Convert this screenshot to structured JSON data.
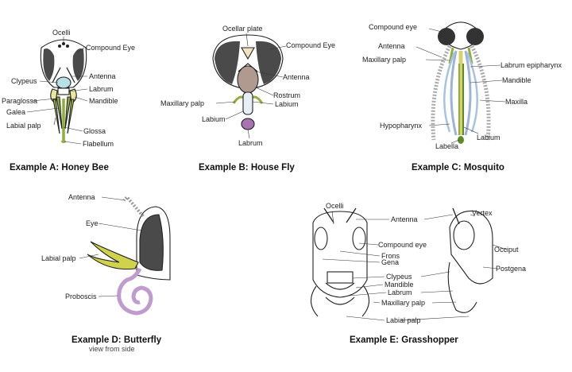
{
  "examples": {
    "a": {
      "caption": "Example A: Honey Bee",
      "labels": {
        "ocelli": "Ocelli",
        "compound_eye": "Compound Eye",
        "antenna": "Antenna",
        "clypeus": "Clypeus",
        "labrum": "Labrum",
        "paraglossa": "Paraglossa",
        "mandible": "Mandible",
        "galea": "Galea",
        "labial_palp": "Labial palp",
        "glossa": "Glossa",
        "flabellum": "Flabellum"
      }
    },
    "b": {
      "caption": "Example B: House Fly",
      "labels": {
        "ocellar_plate": "Ocellar plate",
        "compound_eye": "Compound Eye",
        "antenna": "Antenna",
        "rostrum": "Rostrum",
        "maxillary_palp": "Maxillary palp",
        "labium_right": "Labium",
        "labium_left": "Labium",
        "labrum": "Labrum"
      }
    },
    "c": {
      "caption": "Example C: Mosquito",
      "labels": {
        "compound_eye": "Compound eye",
        "antenna": "Antenna",
        "maxillary_palp": "Maxillary palp",
        "labrum_epipharynx": "Labrum epipharynx",
        "mandible": "Mandible",
        "maxilla": "Maxilla",
        "hypopharynx": "Hypopharynx",
        "labium": "Labium",
        "labella": "Labella"
      }
    },
    "d": {
      "caption": "Example D: Butterfly",
      "subcaption": "view from side",
      "labels": {
        "antenna": "Antenna",
        "eye": "Eye",
        "labial_palp": "Labial palp",
        "proboscis": "Proboscis"
      }
    },
    "e": {
      "caption": "Example E: Grasshopper",
      "labels": {
        "ocelli": "Ocelli",
        "antenna": "Antenna",
        "vertex": "Vertex",
        "compound_eye": "Compound eye",
        "frons": "Frons",
        "gena": "Gena",
        "occiput": "Occiput",
        "postgena": "Postgena",
        "clypeus": "Clypeus",
        "mandible": "Mandible",
        "labrum": "Labrum",
        "maxillary_palp": "Maxillary palp",
        "labial_palp": "Labial palp"
      }
    }
  },
  "colors": {
    "eye": "#4a4a4a",
    "bee_clypeus": "#b9e0e8",
    "bee_yellow": "#e8e79a",
    "green": "#8fae3c",
    "fly_rostrum": "#b09a90",
    "purple": "#a873b3",
    "mosquito_blue": "#9cb4d8",
    "mosquito_yellow": "#d6d36a",
    "butterfly_palp": "#cfd24a",
    "proboscis": "#c09bd0"
  }
}
